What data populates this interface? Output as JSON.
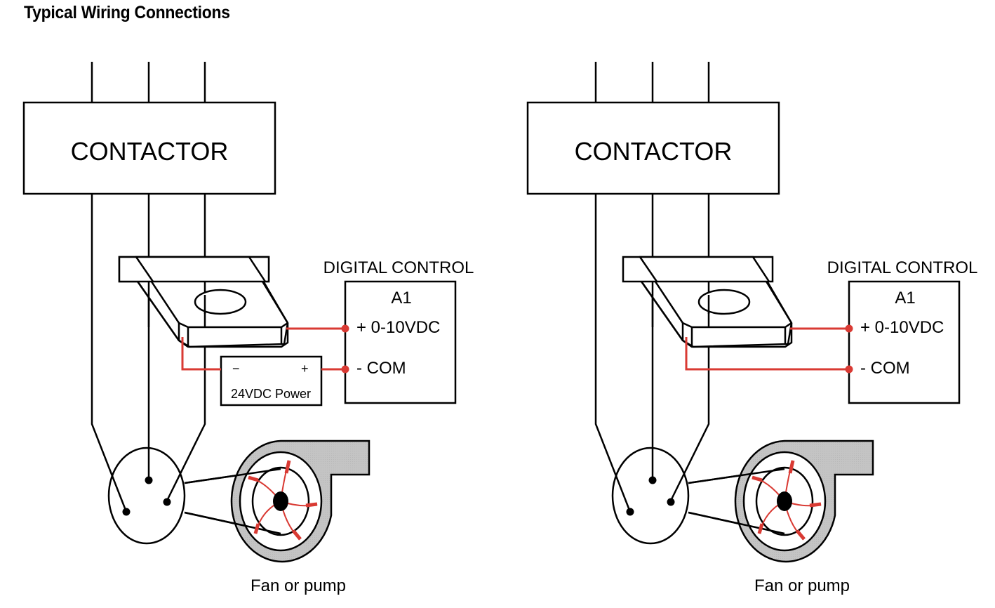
{
  "title": "Typical Wiring Connections",
  "colors": {
    "wire": "#000000",
    "signal_wire": "#d93a33",
    "housing": "#c6c6c6"
  },
  "diagrams": [
    {
      "contactor_label": "CONTACTOR",
      "control_title": "DIGITAL CONTROL",
      "control_id": "A1",
      "terminal_plus": "+ 0-10VDC",
      "terminal_com": "- COM",
      "power_supply": {
        "minus": "−",
        "plus": "+",
        "label": "24VDC Power"
      },
      "load_label": "Fan or pump"
    },
    {
      "contactor_label": "CONTACTOR",
      "control_title": "DIGITAL CONTROL",
      "control_id": "A1",
      "terminal_plus": "+ 0-10VDC",
      "terminal_com": "- COM",
      "load_label": "Fan or pump"
    }
  ]
}
